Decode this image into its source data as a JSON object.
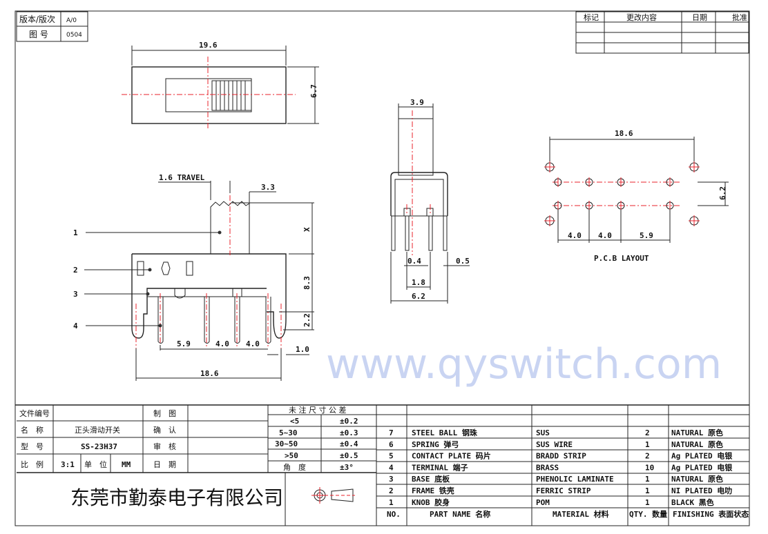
{
  "watermark": "www.qyswitch.com",
  "version_block": {
    "version_label": "版本/版次",
    "version_value": "A/0",
    "drawing_no_label": "图 号",
    "drawing_no_value": "0504"
  },
  "revision_block": {
    "headers": [
      "标记",
      "更改内容",
      "日期",
      "批准"
    ]
  },
  "top_view": {
    "width_dim": "19.6",
    "height_dim": "6.7"
  },
  "side_view": {
    "travel": "1.6 TRAVEL",
    "knob_dim": "3.3",
    "x_dim": "X",
    "h1": "8.3",
    "h2": "2.2",
    "pitch": [
      "5.9",
      "4.0",
      "4.0"
    ],
    "offset": "1.0",
    "total": "18.6",
    "callouts": [
      "1",
      "2",
      "3",
      "4"
    ]
  },
  "front_view": {
    "top": "3.9",
    "pin": "0.4",
    "pin2": "0.5",
    "span1": "1.8",
    "span2": "6.2"
  },
  "pcb_layout": {
    "title": "P.C.B LAYOUT",
    "width": "18.6",
    "height": "6.2",
    "pitch": [
      "4.0",
      "4.0",
      "5.9"
    ]
  },
  "title_block": {
    "rows": [
      {
        "label": "文件编号",
        "value": "",
        "label2": "制　图",
        "value2": ""
      },
      {
        "label": "名　称",
        "value": "正头滑动开关",
        "label2": "确　认",
        "value2": ""
      },
      {
        "label": "型　号",
        "value": "SS-23H37",
        "label2": "审　核",
        "value2": ""
      }
    ],
    "scale_label": "比　例",
    "scale_value": "3:1",
    "unit_label": "单　位",
    "unit_value": "MM",
    "date_label": "日　期",
    "company": "东莞市勤泰电子有限公司"
  },
  "tolerance": {
    "title": "未 注 尺 寸 公 差",
    "rows": [
      [
        "<5",
        "±0.2"
      ],
      [
        "5~30",
        "±0.3"
      ],
      [
        "30~50",
        "±0.4"
      ],
      [
        ">50",
        "±0.5"
      ],
      [
        "角　度",
        "±3°"
      ]
    ]
  },
  "bom": {
    "headers": [
      "NO.",
      "PART  NAME  名称",
      "MATERIAL 材料",
      "QTY. 数量",
      "FINISHING 表面状态"
    ],
    "rows": [
      [
        "7",
        "STEEL BALL 钢珠",
        "SUS",
        "2",
        "NATURAL 原色"
      ],
      [
        "6",
        "SPRING  弹弓",
        "SUS WIRE",
        "1",
        "NATURAL 原色"
      ],
      [
        "5",
        "CONTACT PLATE  码片",
        "BRADD STRIP",
        "2",
        "Ag PLATED  电银"
      ],
      [
        "4",
        "TERMINAL  端子",
        "BRASS",
        "10",
        "Ag PLATED  电银"
      ],
      [
        "3",
        "BASE  底板",
        "PHENOLIC LAMINATE",
        "1",
        "NATURAL 原色"
      ],
      [
        "2",
        "FRAME  铁壳",
        "FERRIC STRIP",
        "1",
        "NI PLATED 电叻"
      ],
      [
        "1",
        "KNOB  胶身",
        "POM",
        "1",
        "BLACK 黑色"
      ]
    ]
  }
}
